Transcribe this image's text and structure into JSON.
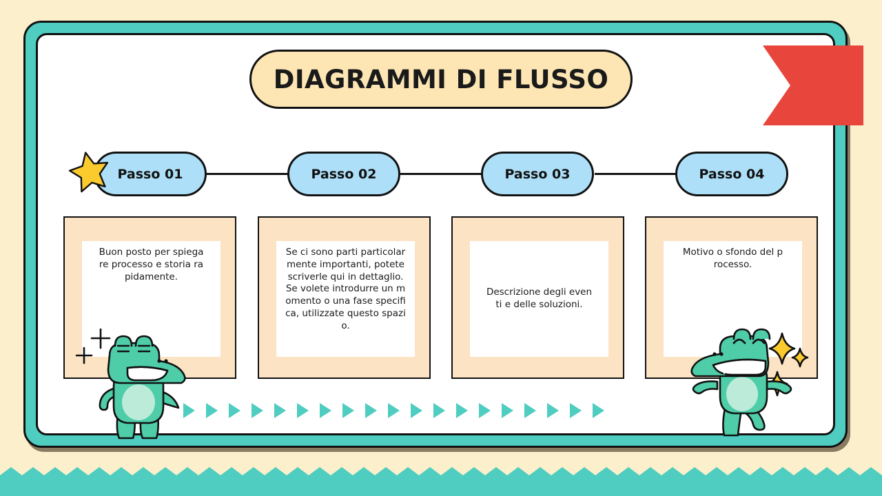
{
  "slide": {
    "title": "DIAGRAMMI DI FLUSSO",
    "language": "it",
    "colors": {
      "background": "#FCEFCB",
      "frame_teal": "#4ECDC0",
      "outline_black": "#111111",
      "title_pill": "#FDE6B4",
      "step_pill_blue": "#ADE0F8",
      "card_peach": "#FCE3C4",
      "card_inner_white": "#FFFFFF",
      "ribbon_red": "#E8453C",
      "star_yellow": "#FBCB2E",
      "character_green": "#4ECDA8",
      "shadow_brown": "#8A7B63"
    }
  },
  "steps": [
    {
      "label": "Passo 01",
      "has_star": true
    },
    {
      "label": "Passo 02",
      "has_star": false
    },
    {
      "label": "Passo 03",
      "has_star": false
    },
    {
      "label": "Passo 04",
      "has_star": false
    }
  ],
  "cards": [
    {
      "text": "Buon posto per spiega\nre processo e storia ra\npidamente.",
      "align": "top"
    },
    {
      "text": "Se ci sono parti particolar\nmente importanti, potete\nscriverle qui in dettaglio.\nSe volete introdurre un m\nomento o una fase specifi\nca, utilizzate questo spazi\no.",
      "align": "top"
    },
    {
      "text": "Descrizione degli even\nti e delle soluzioni.",
      "align": "middle"
    },
    {
      "text": "Motivo o sfondo del p\nrocesso.",
      "align": "top"
    }
  ],
  "decorations": {
    "ribbon": "red-flag-ribbon",
    "arrow_strip_count": 19,
    "arrow_strip_icon": "triangle-right-icon",
    "zigzag_band": "zigzag-teal-band",
    "character_left": "crocodile-standing-character",
    "character_right": "crocodile-cheering-character",
    "sparkle_left": "plus-sparkle-icon",
    "sparkle_right": "star-sparkle-icon",
    "star_badge": "star-icon"
  }
}
